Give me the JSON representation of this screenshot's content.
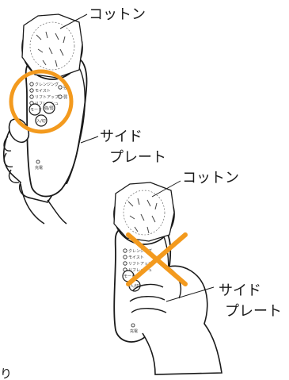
{
  "figure1": {
    "cotton_label": "コットン",
    "side_label_line1": "サイド",
    "side_label_line2": "プレート",
    "mode_items": [
      "クレンジング",
      "モイスト",
      "リフトアップ",
      "リフレッシュ"
    ],
    "side_marks": [
      "強",
      "弱"
    ],
    "buttons": [
      "モード",
      "強/弱",
      "入/切"
    ],
    "power_label": "充電"
  },
  "figure2": {
    "cotton_label": "コットン",
    "side_label_line1": "サイド",
    "side_label_line2": "プレート",
    "mode_items": [
      "クレンジング",
      "モイスト",
      "リフトアップ",
      "リフレッシュ"
    ],
    "buttons": [
      "モード",
      "入/切"
    ],
    "power_label": "充電"
  },
  "colors": {
    "line": "#1a1a1a",
    "highlight": "#f39a1e",
    "background": "#ffffff"
  },
  "footer_fragment": "り"
}
